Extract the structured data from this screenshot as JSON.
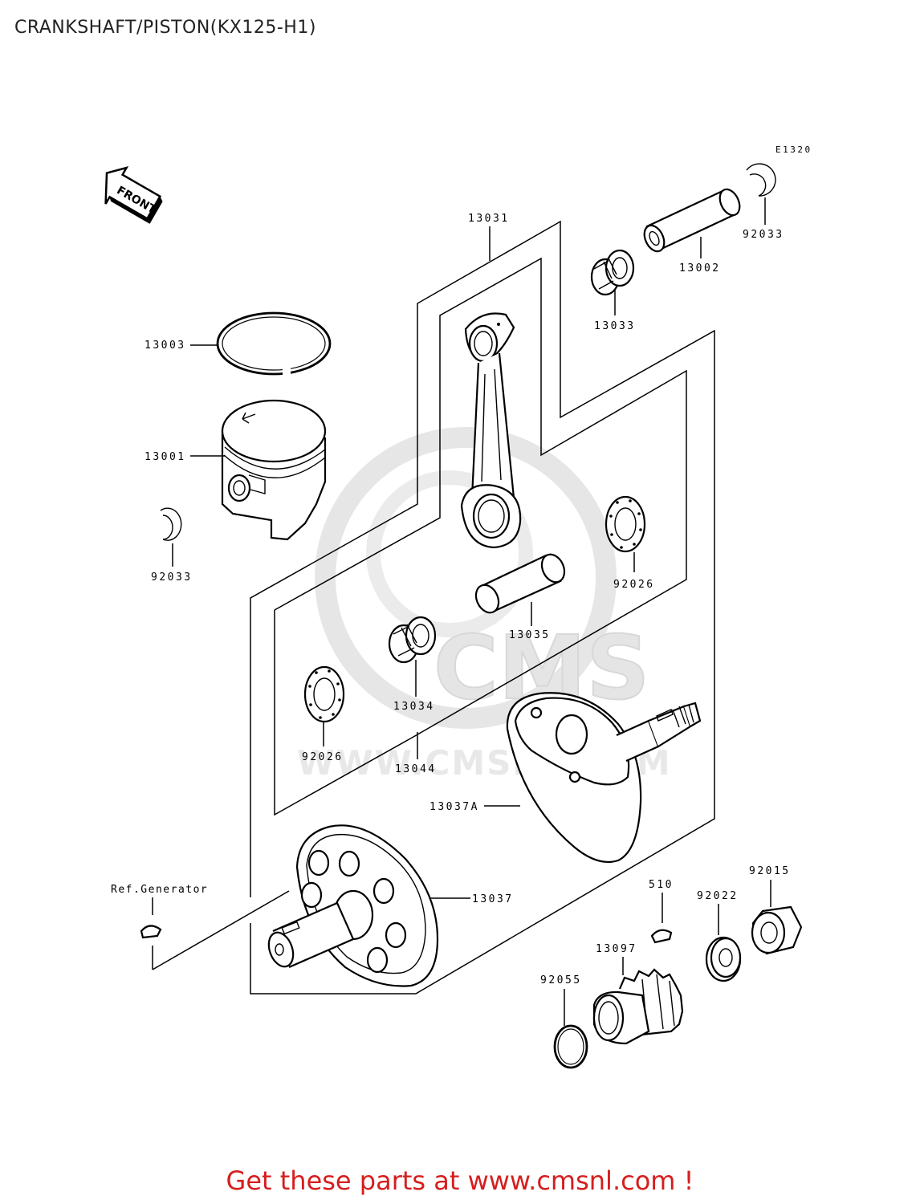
{
  "title": "CRANKSHAFT/PISTON(KX125-H1)",
  "figure_code": "E1320",
  "front_arrow_label": "FRONT",
  "watermark_text": "WWW.CMSNL.COM",
  "watermark_logo_text": "CMS",
  "callouts": {
    "p13031": "13031",
    "p92033a": "92033",
    "p13002": "13002",
    "p13033": "13033",
    "p13003": "13003",
    "p13001": "13001",
    "p92033b": "92033",
    "p92026a": "92026",
    "p13035": "13035",
    "p13034": "13034",
    "p92026b": "92026",
    "p13044": "13044",
    "p13037A": "13037A",
    "p13037": "13037",
    "refgen": "Ref.Generator",
    "p510": "510",
    "p92015": "92015",
    "p92022": "92022",
    "p13097": "13097",
    "p92055": "92055"
  },
  "promo_text": "Get these parts at www.cmsnl.com !",
  "colors": {
    "promo": "#d61e1e",
    "watermark": "#e3e3e3",
    "lines": "#000000"
  }
}
